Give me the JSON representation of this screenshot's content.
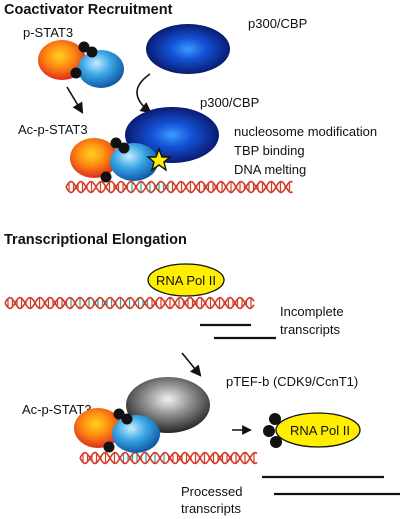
{
  "sections": {
    "top_title": "Coactivator Recruitment",
    "bottom_title": "Transcriptional Elongation"
  },
  "labels": {
    "p_stat3": "p-STAT3",
    "p300_cbp_top": "p300/CBP",
    "p300_cbp_bound": "p300/CBP",
    "ac_p_stat3_top": "Ac-p-STAT3",
    "ac_p_stat3_bottom": "Ac-p-STAT3",
    "rna_pol_top": "RNA Pol II",
    "rna_pol_bottom": "RNA Pol II",
    "ptef_b": "pTEF-b (CDK9/CcnT1)"
  },
  "functions": [
    "nucleosome modification",
    "TBP binding",
    "DNA melting"
  ],
  "transcripts": {
    "incomplete_line1": "Incomplete",
    "incomplete_line2": "transcripts",
    "processed_line1": "Processed",
    "processed_line2": "transcripts"
  },
  "colors": {
    "stat_red": "#e8301c",
    "stat_orange": "#ffb000",
    "stat_blue": "#2e97dd",
    "p300_navy": "#0b1a6a",
    "p300_blue": "#1a66e0",
    "ptef_gray": "#1c1c1c",
    "pol_yellow": "#ffee00",
    "dna_red": "#d43a26",
    "dna_teal": "#1fa6a8"
  }
}
